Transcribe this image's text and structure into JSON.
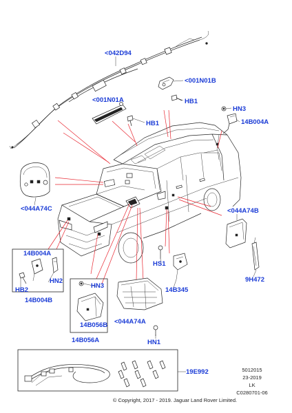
{
  "callouts": {
    "c042D94": "<042D94",
    "c001N01B": "<001N01B",
    "c001N01A": "<001N01A",
    "HB1_top": "HB1",
    "HB1_left": "HB1",
    "HN3_top": "HN3",
    "c14B004A_top": "14B004A",
    "c044A74C": "<044A74C",
    "c044A74B": "<044A74B",
    "c14B004A_box": "14B004A",
    "HN2": "HN2",
    "HB2": "HB2",
    "c14B004B": "14B004B",
    "HN3_box": "HN3",
    "c14B056B": "14B056B",
    "c14B056A": "14B056A",
    "HS1": "HS1",
    "c14B345": "14B345",
    "c9H472": "9H472",
    "c044A74A": "<044A74A",
    "HN1": "HN1",
    "c19E992": "19E992"
  },
  "meta": {
    "line1": "5012015",
    "line2": "23-2019",
    "line3": "LK",
    "line4": "C0280701-06"
  },
  "copyright": "© Copyright, 2017 - 2019. Jaguar Land Rover Limited.",
  "colors": {
    "callout": "#1a3bd6",
    "leader": "#e8252f",
    "line": "#222222"
  }
}
